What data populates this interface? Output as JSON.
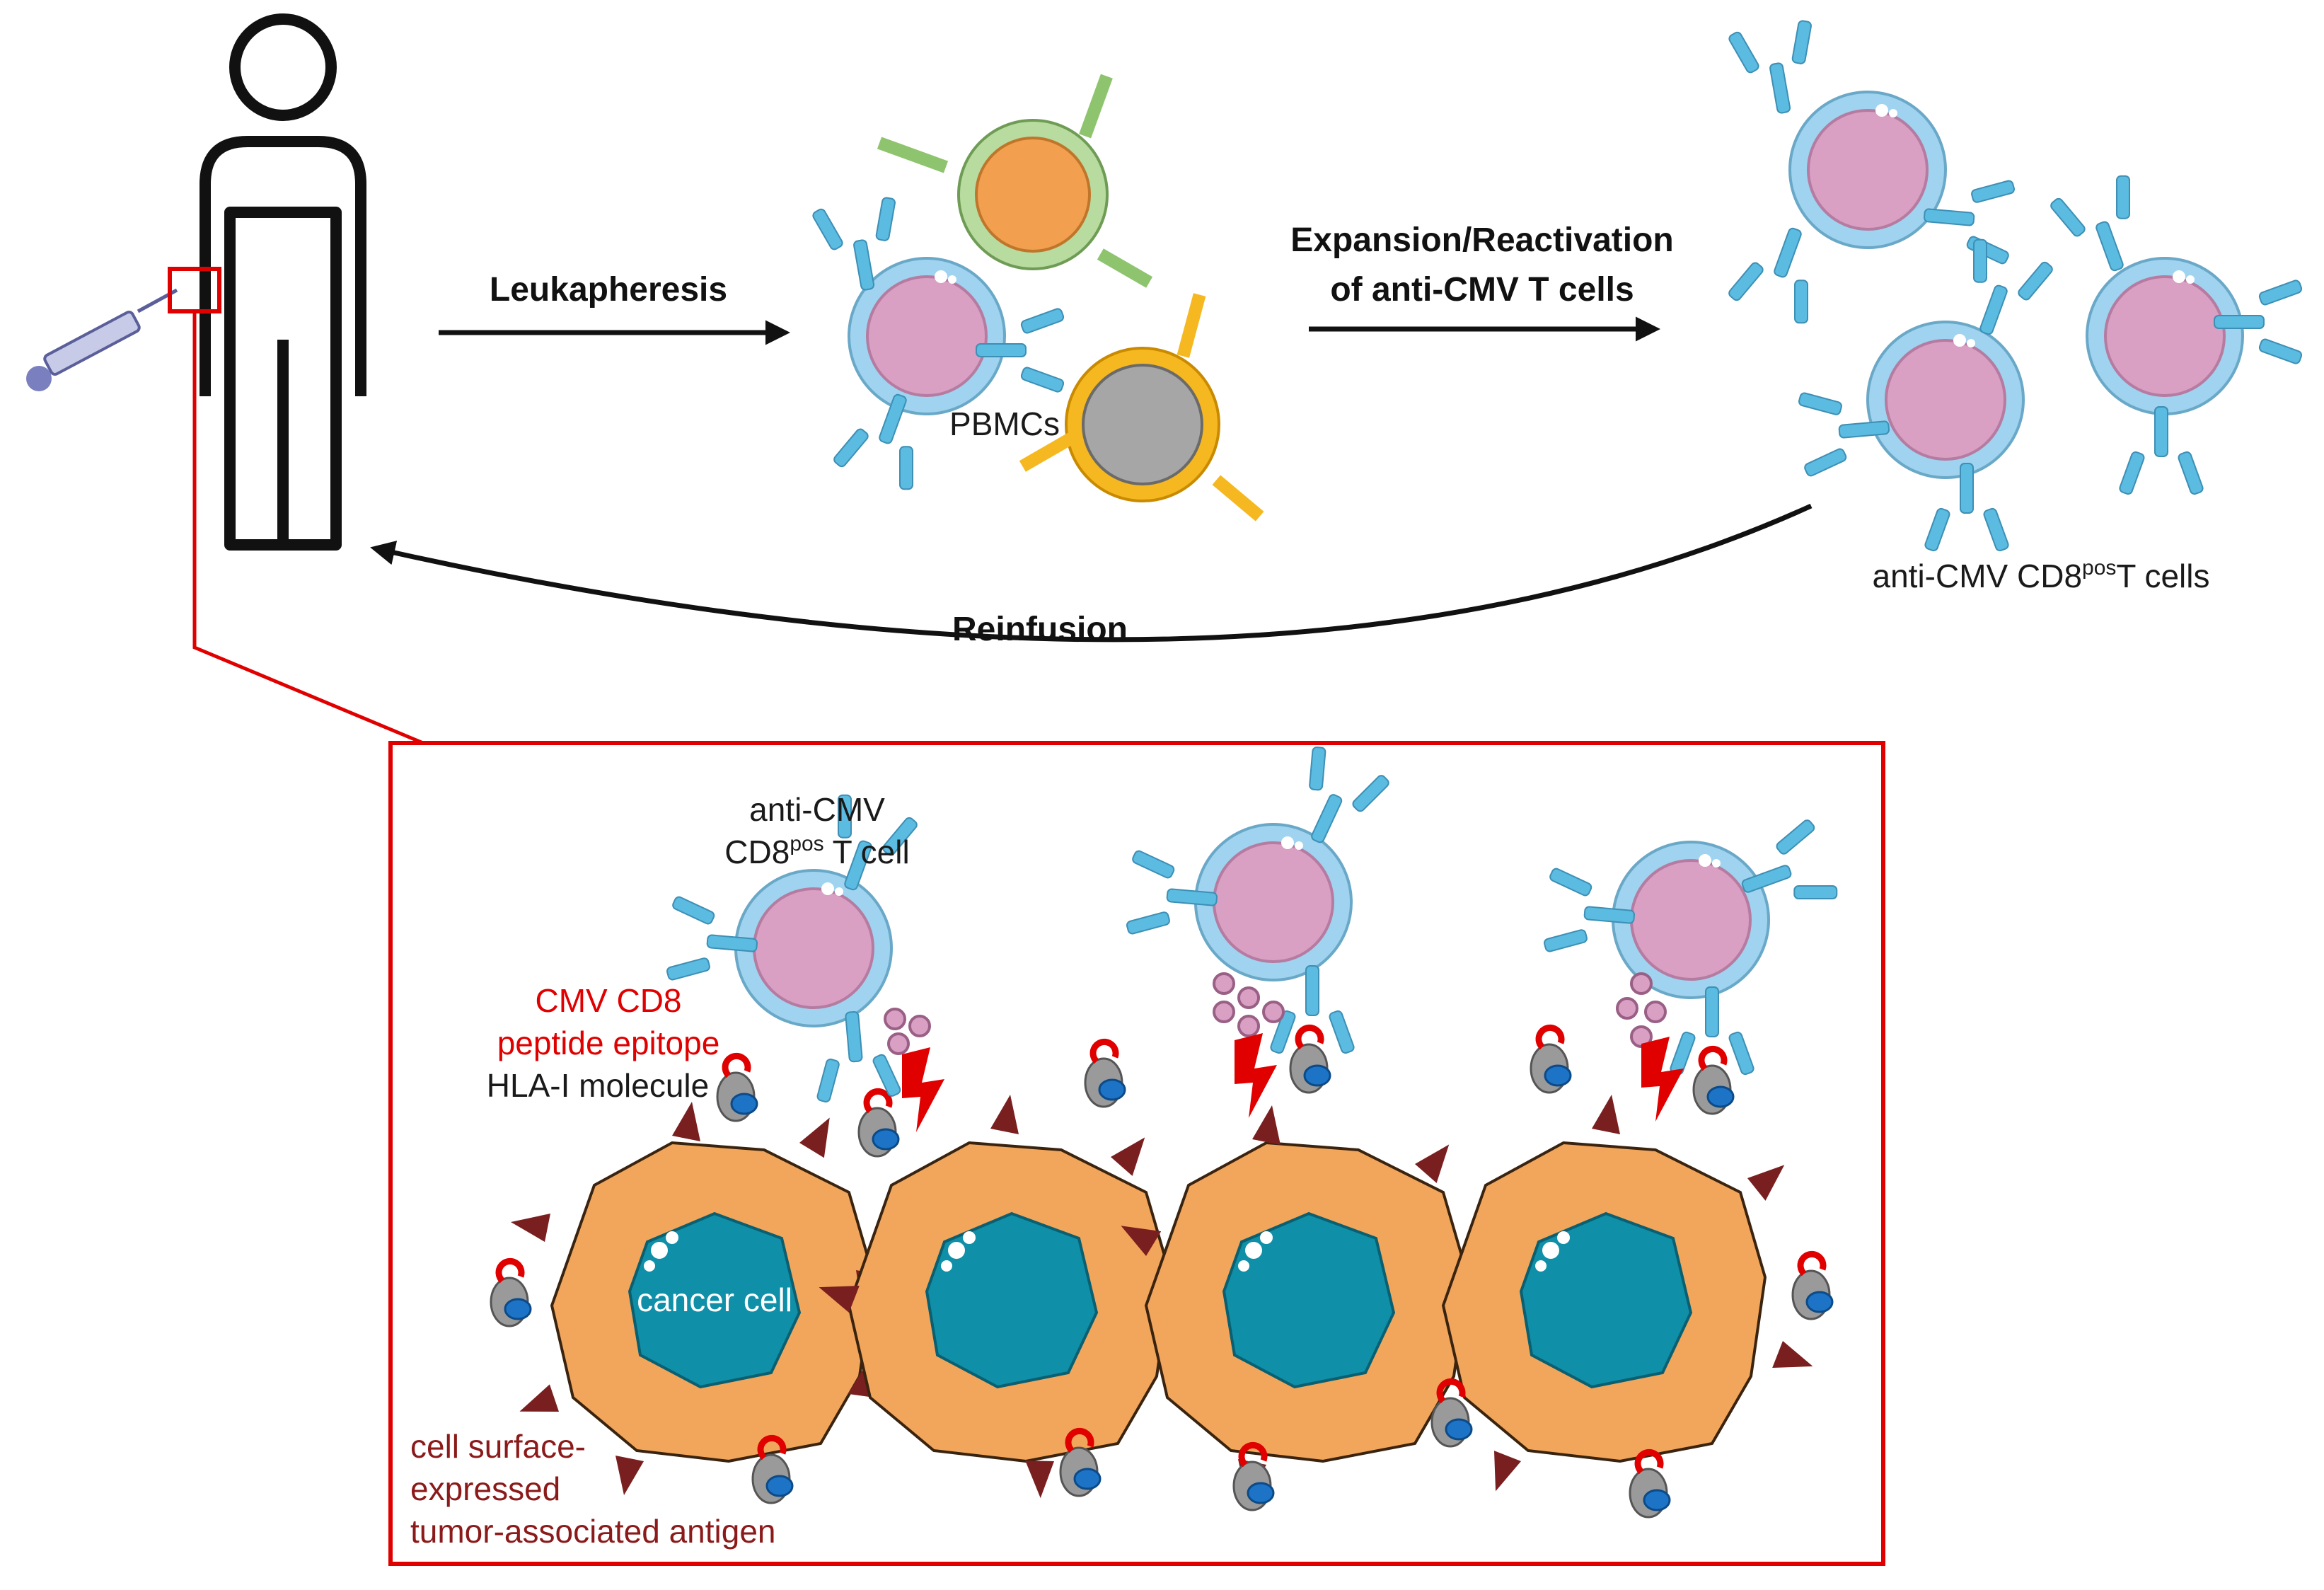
{
  "labels": {
    "leukapheresis": "Leukapheresis",
    "pbmcs": "PBMCs",
    "expansion_line1": "Expansion/Reactivation",
    "expansion_line2": "of anti-CMV T cells",
    "anti_cmv_cells_prefix": "anti-CMV CD8",
    "anti_cmv_cells_sup": "pos",
    "anti_cmv_cells_suffix": "T cells",
    "reinfusion": "Reinfusion",
    "tcell_line1": "anti-CMV",
    "tcell_line2_prefix": "CD8",
    "tcell_line2_sup": "pos",
    "tcell_line2_suffix": " T cell",
    "epitope_line1": "CMV CD8",
    "epitope_line2": "peptide epitope",
    "hla": "HLA-I molecule",
    "cancer_cell": "cancer cell",
    "taa_line1": "cell surface-",
    "taa_line2": "expressed",
    "taa_line3": "tumor-associated antigen"
  },
  "colors": {
    "highlight_red": "#e00000",
    "antigen_dark_red": "#8b1a1a",
    "tcell_membrane": "#9fd3ef",
    "tcell_nucleus": "#d9a0c4",
    "receptor_blue": "#5bbbe0",
    "cancer_cytoplasm": "#f2a65c",
    "cancer_nucleus": "#0f8fa8"
  }
}
